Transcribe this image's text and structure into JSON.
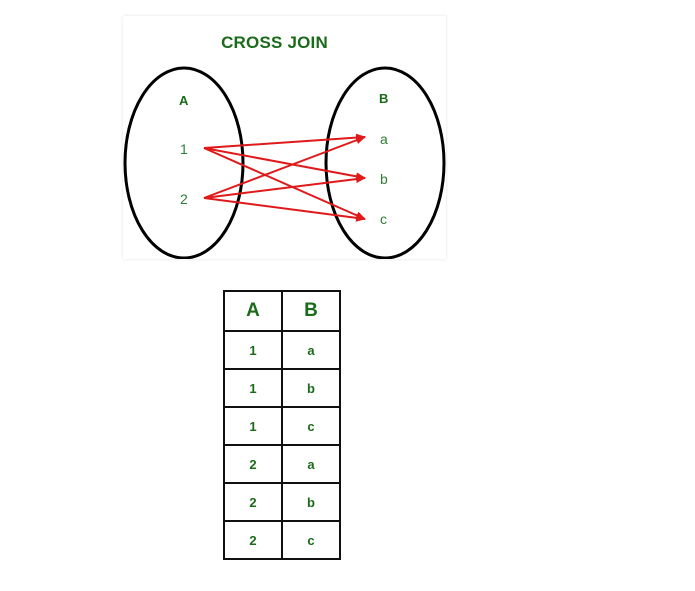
{
  "title": "CROSS JOIN",
  "set_a": {
    "label": "A",
    "elements": [
      "1",
      "2"
    ]
  },
  "set_b": {
    "label": "B",
    "elements": [
      "a",
      "b",
      "c"
    ]
  },
  "colors": {
    "text": "#1a6b1a",
    "arrow": "#e0191a",
    "ellipse": "#000000"
  },
  "table": {
    "headers": [
      "A",
      "B"
    ],
    "rows": [
      [
        "1",
        "a"
      ],
      [
        "1",
        "b"
      ],
      [
        "1",
        "c"
      ],
      [
        "2",
        "a"
      ],
      [
        "2",
        "b"
      ],
      [
        "2",
        "c"
      ]
    ]
  }
}
